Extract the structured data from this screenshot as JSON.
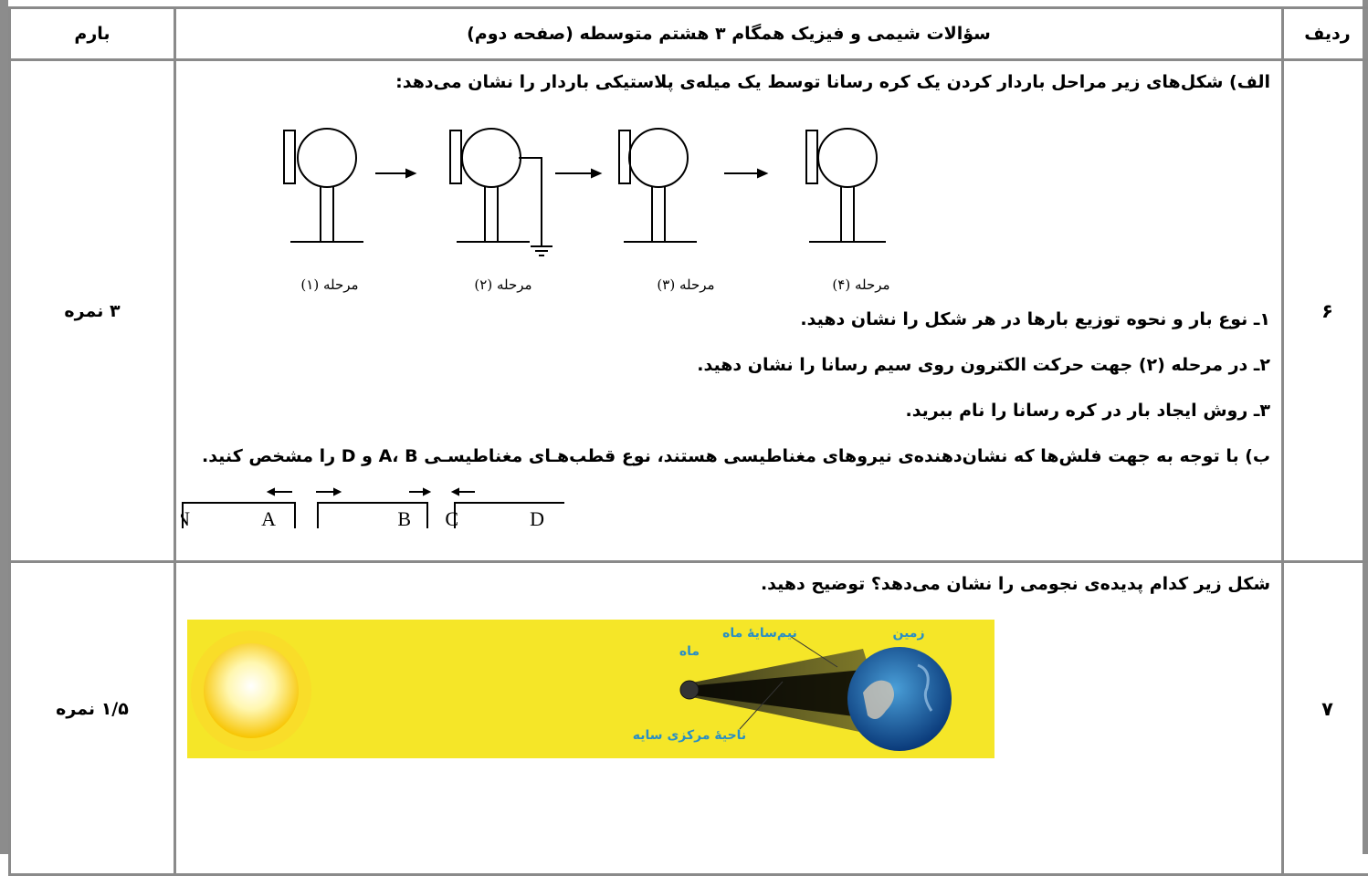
{
  "header": {
    "row_label": "ردیف",
    "title": "سؤالات شیمی و فیزیک همگام ۳ هشتم متوسطه (صفحه دوم)",
    "score_label": "بارم"
  },
  "q6": {
    "number": "۶",
    "score": "۳ نمره",
    "part_a": "الف) شکل‌های زیر مراحل باردار کردن یک کره رسانا توسط یک میله‌ی پلاستیکی باردار را نشان می‌دهد:",
    "stages": [
      "مرحله (۱)",
      "مرحله (۲)",
      "مرحله (۳)",
      "مرحله (۴)"
    ],
    "item1": "۱ـ نوع بار و نحوه توزیع بارها در هر شکل را نشان دهید.",
    "item2": "۲ـ در مرحله (۲) جهت حرکت الکترون روی سیم رسانا را نشان دهید.",
    "item3": "۳ـ روش ایجاد بار در کره رسانا را نام ببرید.",
    "part_b": "ب) با توجه به جهت فلش‌ها که نشان‌دهنده‌ی نیروهای مغناطیسی هستند، نوع قطب‌هـای مغناطیسـی A، B و D را مشخص کنید.",
    "magnet_labels": [
      "N",
      "A",
      "B",
      "C",
      "D"
    ]
  },
  "q7": {
    "number": "۷",
    "score": "۱/۵ نمره",
    "question": "شکل زیر کدام پدیده‌ی نجومی را نشان می‌دهد؟ توضیح دهید.",
    "labels": {
      "earth": "زمین",
      "penumbra": "نیم‌سایهٔ ماه",
      "moon": "ماه",
      "umbra": "ناحیهٔ مرکزی سایه"
    },
    "colors": {
      "background": "#f5e628",
      "label": "#2a8fc4"
    }
  }
}
